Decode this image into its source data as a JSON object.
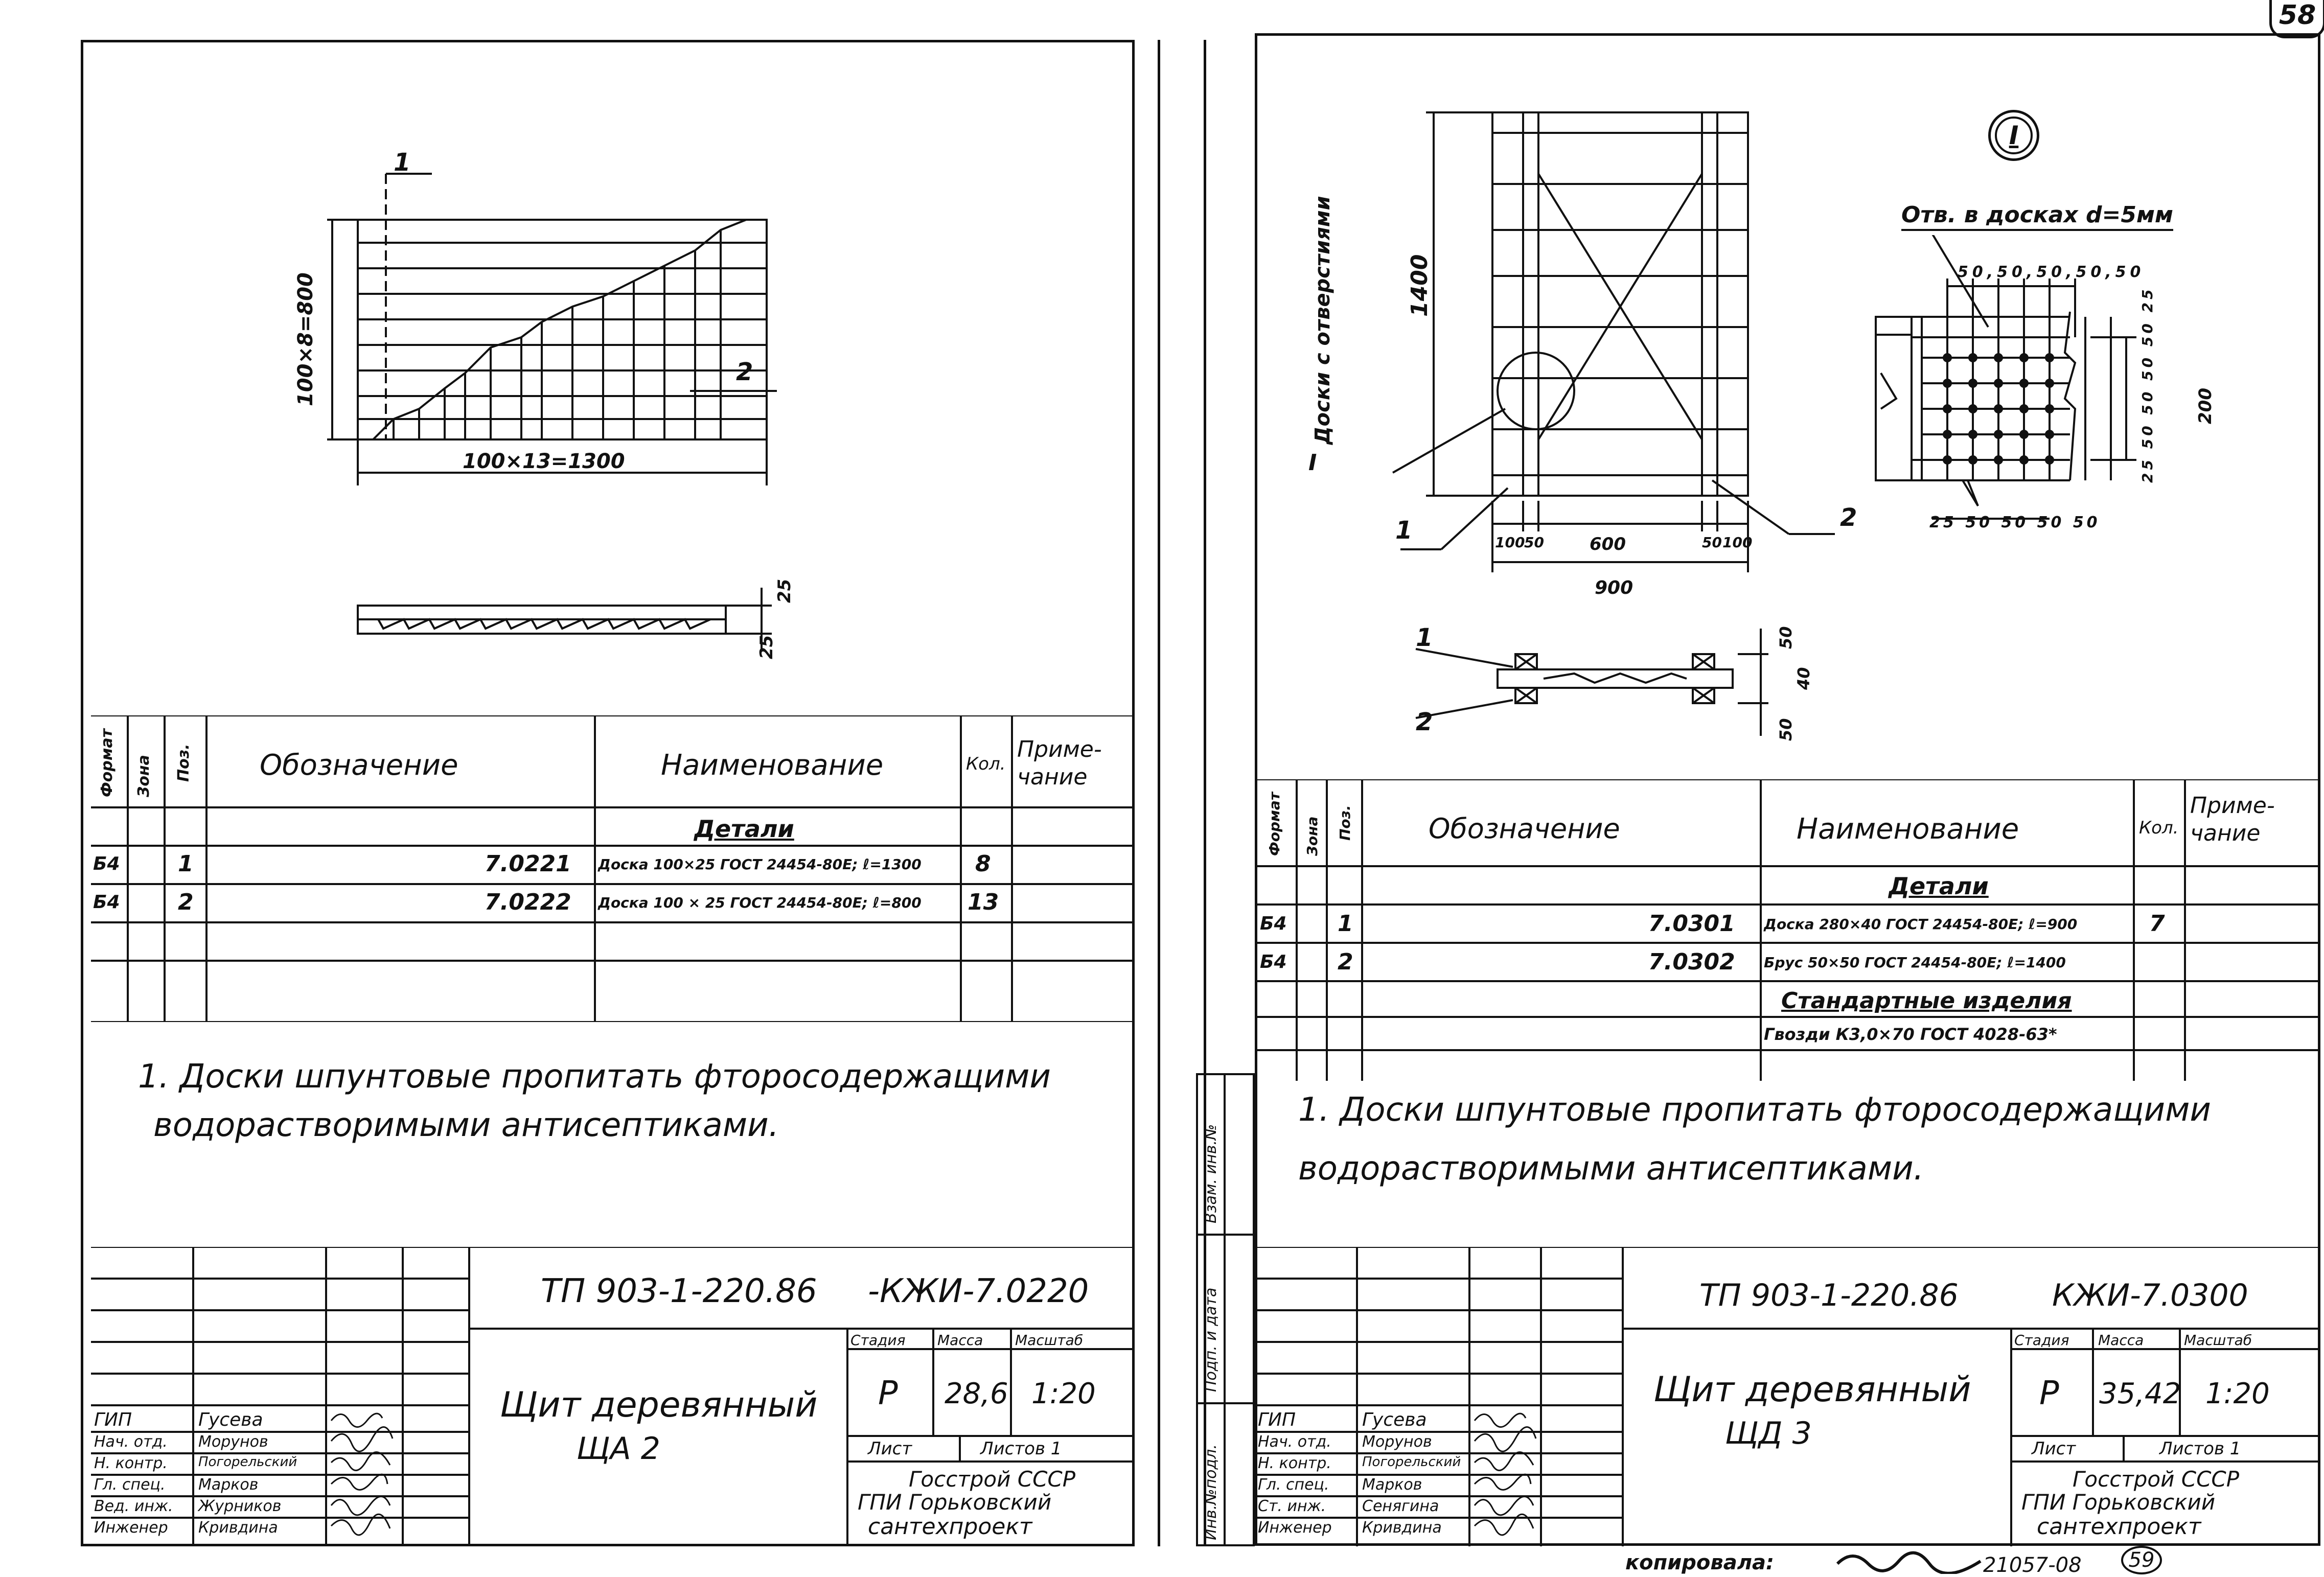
{
  "page": {
    "sheet_number_top": "58",
    "sheet_number_bottom": "59",
    "copied_label": "копировала:",
    "archive_number": "21057-08"
  },
  "side_strip": {
    "labels": [
      "Инв.№подл.",
      "Подп. и дата",
      "Взам. инв.№"
    ]
  },
  "left_sheet": {
    "drawing": {
      "callout_1": "1",
      "callout_2": "2",
      "dim_height": "100×8=800",
      "dim_width": "100×13=1300",
      "dim_thickness_1": "25",
      "dim_thickness_2": "25"
    },
    "spec": {
      "headers": [
        "Формат",
        "Зона",
        "Поз.",
        "Обозначение",
        "Наименование",
        "Кол.",
        "Приме-чание"
      ],
      "section_title": "Детали",
      "rows": [
        {
          "format": "Б4",
          "zone": "",
          "pos": "1",
          "designation": "7.0221",
          "name": "Доска 100×25 ГОСТ 24454-80Е; ℓ=1300",
          "qty": "8",
          "note": ""
        },
        {
          "format": "Б4",
          "zone": "",
          "pos": "2",
          "designation": "7.0222",
          "name": "Доска 100 × 25 ГОСТ 24454-80Е; ℓ=800",
          "qty": "13",
          "note": ""
        }
      ]
    },
    "note_line_1": "1. Доски шпунтовые пропитать фторосодержащими",
    "note_line_2": "водорастворимыми антисептиками.",
    "title_block": {
      "code": "ТП 903-1-220.86",
      "code_suffix": "-КЖИ-7.0220",
      "title_line_1": "Щит деревянный",
      "title_line_2": "ЩА 2",
      "col_stage": "Стадия",
      "col_mass": "Масса",
      "col_scale": "Масштаб",
      "stage": "Р",
      "mass": "28,6",
      "scale": "1:20",
      "sheet_label": "Лист",
      "sheets_label": "Листов 1",
      "org_line_1": "Госстрой СССР",
      "org_line_2": "ГПИ Горьковский",
      "org_line_3": "сантехпроект",
      "staff": [
        {
          "role": "ГИП",
          "name": "Гусева"
        },
        {
          "role": "Нач. отд.",
          "name": "Морунов"
        },
        {
          "role": "Н. контр.",
          "name": "Погорельский"
        },
        {
          "role": "Гл. спец.",
          "name": "Марков"
        },
        {
          "role": "Вед. инж.",
          "name": "Журников"
        },
        {
          "role": "Инженер",
          "name": "Кривдина"
        }
      ]
    }
  },
  "right_sheet": {
    "drawing": {
      "side_label": "Доски с отверстиями",
      "node_label": "I",
      "dim_height": "1400",
      "dim_w_parts": [
        "100",
        "50",
        "600",
        "50",
        "100"
      ],
      "dim_width": "900",
      "callout_1": "1",
      "callout_2": "2",
      "callout_node": "I",
      "holes_label": "Отв. в досках d=5мм",
      "hole_spacing_top": [
        "50",
        "50",
        "50",
        "50",
        "50"
      ],
      "hole_spacing_bottom": [
        "25",
        "50",
        "50",
        "50",
        "50"
      ],
      "hole_spacing_side": [
        "25",
        "50",
        "50",
        "50",
        "50",
        "25"
      ],
      "hole_total": "200",
      "section_dim_1": "50",
      "section_dim_2": "40",
      "section_dim_3": "50",
      "section_callout_1": "1",
      "section_callout_2": "2"
    },
    "spec": {
      "headers": [
        "Формат",
        "Зона",
        "Поз.",
        "Обозначение",
        "Наименование",
        "Кол.",
        "Приме-чание"
      ],
      "section_title": "Детали",
      "rows": [
        {
          "format": "Б4",
          "zone": "",
          "pos": "1",
          "designation": "7.0301",
          "name": "Доска 280×40 ГОСТ 24454-80Е; ℓ=900",
          "qty": "7",
          "note": ""
        },
        {
          "format": "Б4",
          "zone": "",
          "pos": "2",
          "designation": "7.0302",
          "name": "Брус 50×50 ГОСТ 24454-80Е; ℓ=1400",
          "qty": "",
          "note": ""
        }
      ],
      "section_title_2": "Стандартные изделия",
      "rows_2": [
        {
          "name": "Гвозди К3,0×70 ГОСТ 4028-63*"
        }
      ]
    },
    "note_line_1": "1. Доски шпунтовые пропитать фторосодержащими",
    "note_line_2": "водорастворимыми антисептиками.",
    "title_block": {
      "code": "ТП 903-1-220.86",
      "code_suffix": "КЖИ-7.0300",
      "title_line_1": "Щит деревянный",
      "title_line_2": "ЩД 3",
      "col_stage": "Стадия",
      "col_mass": "Масса",
      "col_scale": "Масштаб",
      "stage": "Р",
      "mass": "35,42",
      "scale": "1:20",
      "sheet_label": "Лист",
      "sheets_label": "Листов 1",
      "org_line_1": "Госстрой СССР",
      "org_line_2": "ГПИ Горьковский",
      "org_line_3": "сантехпроект",
      "staff": [
        {
          "role": "ГИП",
          "name": "Гусева"
        },
        {
          "role": "Нач. отд.",
          "name": "Морунов"
        },
        {
          "role": "Н. контр.",
          "name": "Погорельский"
        },
        {
          "role": "Гл. спец.",
          "name": "Марков"
        },
        {
          "role": "Ст. инж.",
          "name": "Сенягина"
        },
        {
          "role": "Инженер",
          "name": "Кривдина"
        }
      ]
    }
  }
}
